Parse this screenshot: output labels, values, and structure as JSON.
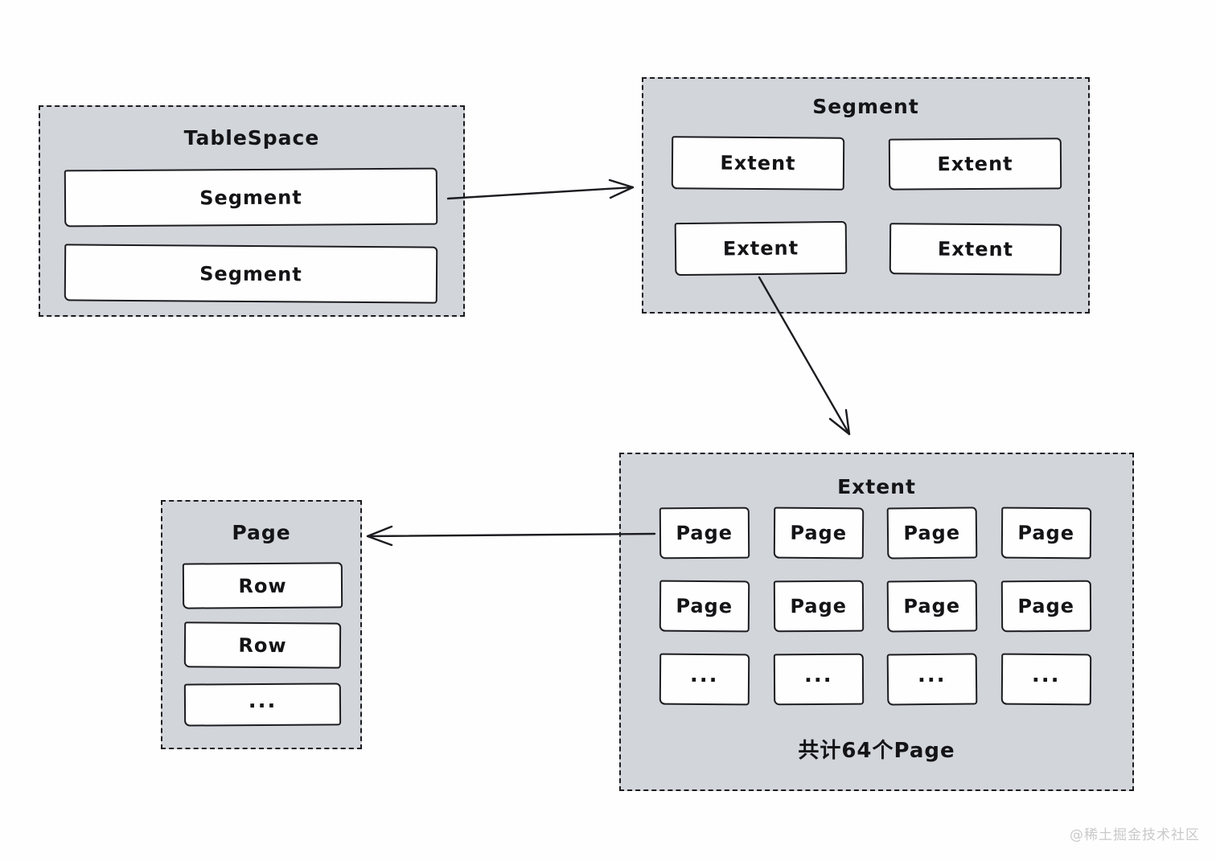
{
  "diagram": {
    "tablespace": {
      "title": "TableSpace",
      "segments": [
        "Segment",
        "Segment"
      ]
    },
    "segment": {
      "title": "Segment",
      "extents": [
        "Extent",
        "Extent",
        "Extent",
        "Extent"
      ]
    },
    "extent": {
      "title": "Extent",
      "cells": [
        "Page",
        "Page",
        "Page",
        "Page",
        "Page",
        "Page",
        "Page",
        "Page",
        "...",
        "...",
        "...",
        "..."
      ],
      "caption": "共计64个Page"
    },
    "page": {
      "title": "Page",
      "rows": [
        "Row",
        "Row",
        "..."
      ]
    }
  },
  "watermark": "@稀土掘金技术社区",
  "colors": {
    "container_fill": "#d2d6db",
    "stroke": "#1c1c20",
    "background": "#fefefe",
    "watermark_text": "#c9c9cb"
  }
}
